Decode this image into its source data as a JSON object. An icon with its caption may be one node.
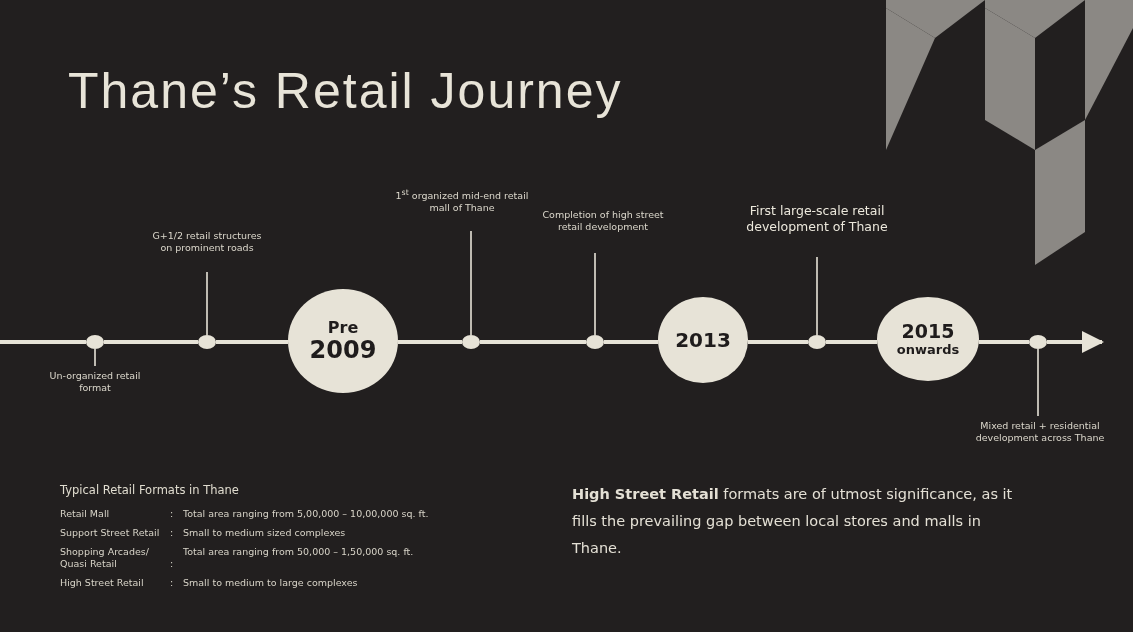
{
  "diagram": {
    "title": "Thane’s Retail Journey",
    "nodes": [
      {
        "text": [
          "Un-organized retail format"
        ]
      },
      {
        "text": [],
        "shape": "circle"
      },
      {
        "text": [
          "G+1/2 retail structures on prominent roads"
        ]
      },
      {
        "text": [],
        "shape": "circle"
      },
      {
        "text": [
          "Pre",
          "2009"
        ]
      },
      {
        "text": [
          "1$^{st}$ organized mid-end retail mall of Thane"
        ]
      },
      {
        "text": [],
        "shape": "circle"
      },
      {
        "text": [
          "Completion of high street retail development"
        ]
      },
      {
        "text": [],
        "shape": "circle"
      },
      {
        "text": [
          "2013"
        ]
      },
      {
        "text": [
          "First large-scale retail development of Thane"
        ]
      },
      {
        "text": [],
        "shape": "circle"
      },
      {
        "text": [
          "2015",
          "onwards"
        ]
      },
      {
        "text": [],
        "shape": "circle"
      },
      {
        "text": [
          "Mixed retail + residential development across Thane"
        ]
      }
    ],
    "edges": [
      {
        "from": null,
        "to": 1,
        "arrow": "none"
      },
      {
        "from": 1,
        "to": 3,
        "arrow": "none"
      },
      {
        "from": 3,
        "to": 4,
        "arrow": "none"
      },
      {
        "from": 4,
        "to": 6,
        "arrow": "none"
      },
      {
        "from": 6,
        "to": 8,
        "arrow": "none"
      },
      {
        "from": 8,
        "to": 9,
        "arrow": "none"
      },
      {
        "from": 9,
        "to": 11,
        "arrow": "none"
      },
      {
        "from": 11,
        "to": 12,
        "arrow": "none"
      },
      {
        "from": 12,
        "to": 13,
        "arrow": "none"
      },
      {
        "from": 13,
        "to": null,
        "arrow": "to"
      },
      {
        "from": 0,
        "to": 1,
        "arrow": "none"
      },
      {
        "from": 2,
        "to": 3,
        "arrow": "none"
      },
      {
        "from": 5,
        "to": 6,
        "arrow": "none"
      },
      {
        "from": 7,
        "to": 8,
        "arrow": "none"
      },
      {
        "from": 10,
        "to": 11,
        "arrow": "none"
      },
      {
        "from": 14,
        "to": 13,
        "arrow": "none"
      }
    ],
    "labels": [
      "Typical Retail Formats in Thane",
      "Retail Mall",
      ":",
      "Total area ranging from 5,00,000 – 10,00,000 sq. ft.",
      "Support Street Retail",
      ":",
      "Small to medium sized complexes",
      "Shopping Arcades/ Quasi Retail",
      ":",
      "Total area ranging from 50,000 – 1,50,000 sq. ft.",
      "High Street Retail",
      ":",
      "Small to medium to large complexes",
      "**High Street Retail** formats are of utmost significance, as it fills the prevailing gap between local stores and malls in Thane."
    ]
  }
}
